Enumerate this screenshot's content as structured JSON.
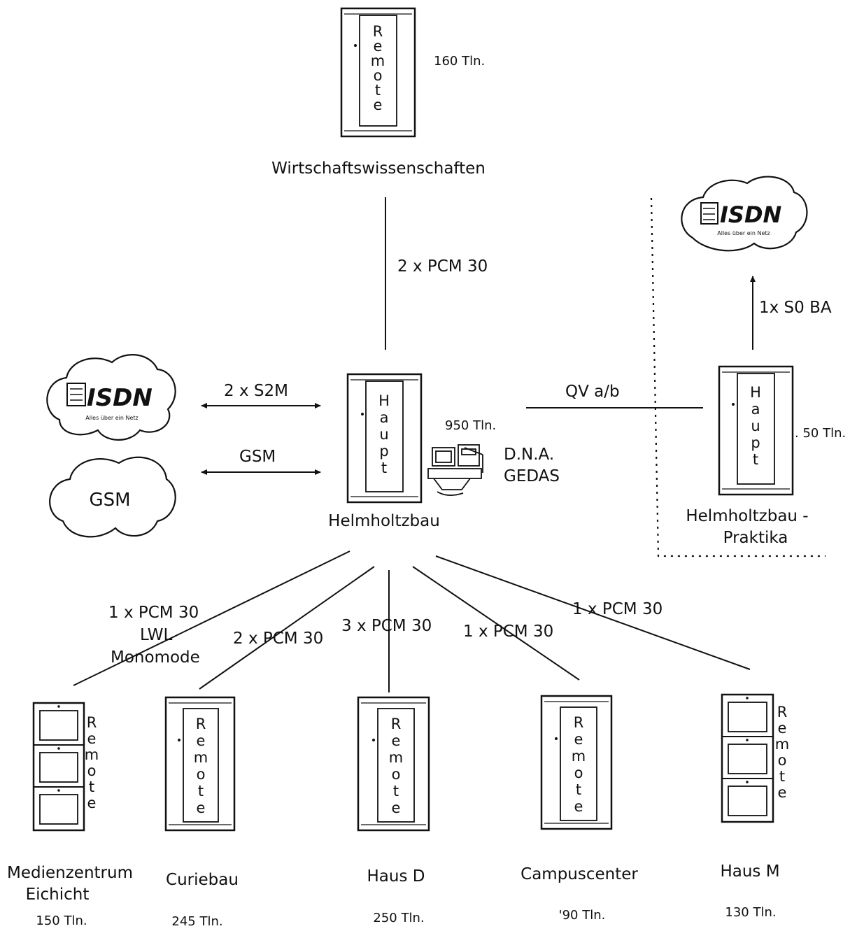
{
  "central": {
    "cabinet_letters": [
      "H",
      "a",
      "u",
      "p",
      "t"
    ],
    "name": "Helmholtzbau",
    "subscribers": "950 Tln."
  },
  "dna": {
    "line1": "D.N.A.",
    "line2": "GEDAS"
  },
  "top_remote": {
    "cabinet_letters": [
      "R",
      "e",
      "m",
      "o",
      "t",
      "e"
    ],
    "name": "Wirtschaftswissenschaften",
    "subscribers": "160 Tln.",
    "link": "2 x PCM 30"
  },
  "isdn_left": {
    "logo": "ISDN",
    "tagline": "Alles über ein Netz",
    "link": "2 x S2M"
  },
  "gsm": {
    "cloud_label": "GSM",
    "link": "GSM"
  },
  "praktika": {
    "cabinet_letters": [
      "H",
      "a",
      "u",
      "p",
      "t"
    ],
    "name_line1": "Helmholtzbau -",
    "name_line2": "Praktika",
    "subscribers": ". 50 Tln.",
    "link": "QV a/b"
  },
  "isdn_right": {
    "logo": "ISDN",
    "tagline": "Alles über ein Netz",
    "link": "1x S0 BA"
  },
  "remotes": [
    {
      "name_line1": "Medienzentrum",
      "name_line2": "Eichicht",
      "subscribers": "150 Tln.",
      "letters": [
        "R",
        "e",
        "m",
        "o",
        "t",
        "e"
      ],
      "link_line1": "1 x PCM 30",
      "link_line2": "LWL",
      "link_line3": "Monomode"
    },
    {
      "name_line1": "Curiebau",
      "subscribers": "245 Tln.",
      "letters": [
        "R",
        "e",
        "m",
        "o",
        "t",
        "e"
      ],
      "link_line1": "2 x PCM 30"
    },
    {
      "name_line1": "Haus D",
      "subscribers": "250 Tln.",
      "letters": [
        "R",
        "e",
        "m",
        "o",
        "t",
        "e"
      ],
      "link_line1": "3 x PCM 30"
    },
    {
      "name_line1": "Campuscenter",
      "subscribers": "'90 Tln.",
      "letters": [
        "R",
        "e",
        "m",
        "o",
        "t",
        "e"
      ],
      "link_line1": "1 x PCM 30"
    },
    {
      "name_line1": "Haus M",
      "subscribers": "130 Tln.",
      "letters": [
        "R",
        "e",
        "m",
        "o",
        "t",
        "e"
      ],
      "link_line1": "1 x PCM 30"
    }
  ]
}
